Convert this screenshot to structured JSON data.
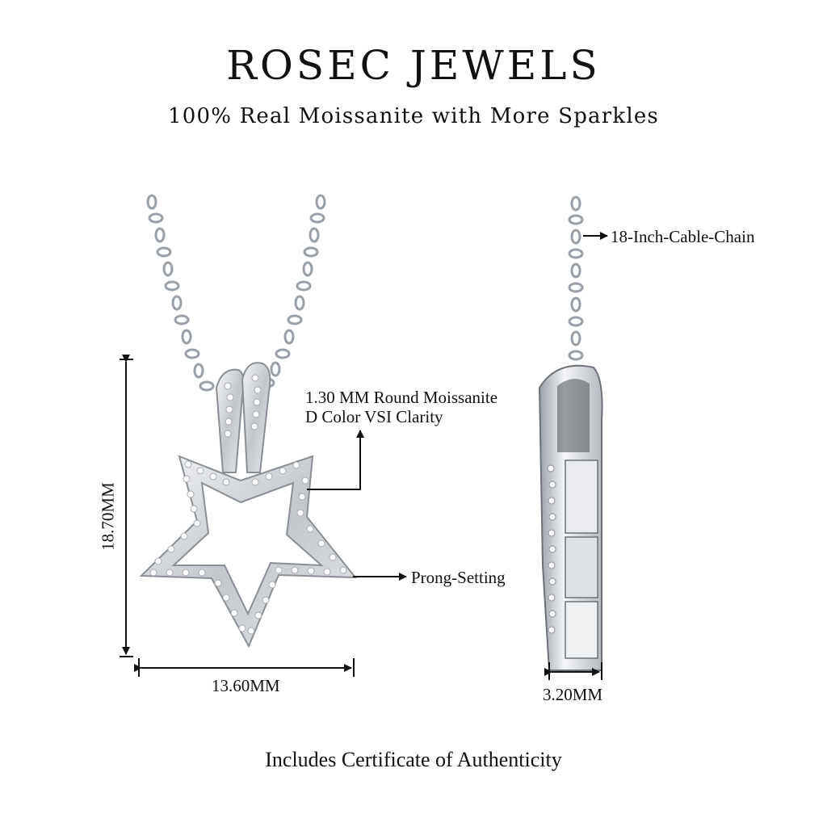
{
  "brand": {
    "name": "ROSEC JEWELS",
    "tagline": "100% Real Moissanite with More Sparkles"
  },
  "annotations": {
    "stone": {
      "line1": "1.30 MM Round Moissanite",
      "line2": "D Color VSI Clarity"
    },
    "setting": "Prong-Setting",
    "chain": "18-Inch-Cable-Chain",
    "height": "18.70MM",
    "width": "13.60MM",
    "depth": "3.20MM"
  },
  "footer": "Includes Certificate of Authenticity",
  "colors": {
    "metal": "#c9cdd2",
    "metal_dark": "#8a8f96",
    "text": "#111111"
  }
}
